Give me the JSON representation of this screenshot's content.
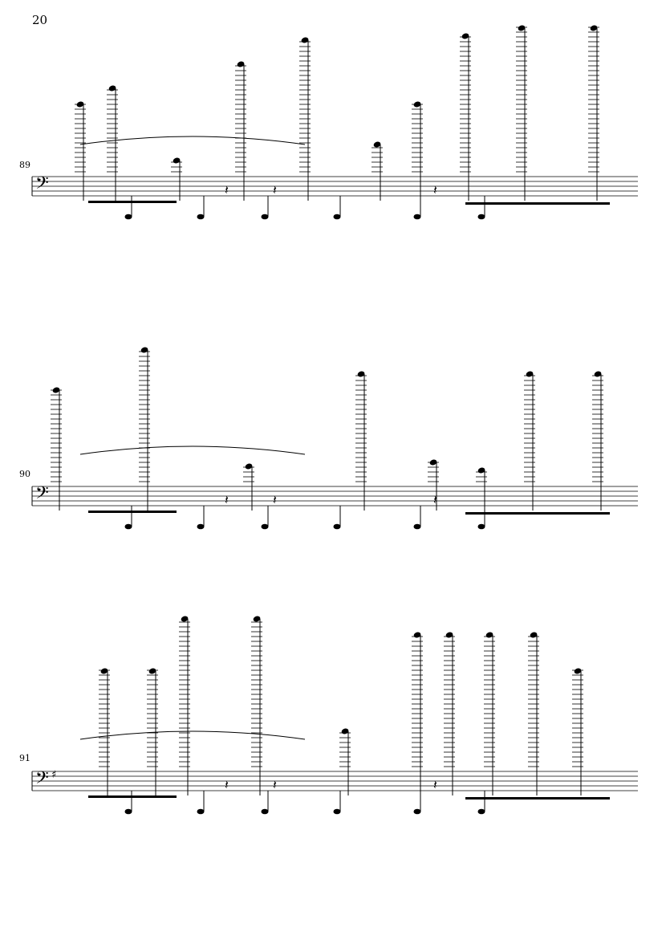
{
  "page": {
    "number": "20"
  },
  "systems": [
    {
      "measure_number": "89",
      "key": "C"
    },
    {
      "measure_number": "90",
      "key": "C"
    },
    {
      "measure_number": "91",
      "key": "G"
    }
  ],
  "colors": {
    "ink": "#000000",
    "paper": "#ffffff"
  }
}
